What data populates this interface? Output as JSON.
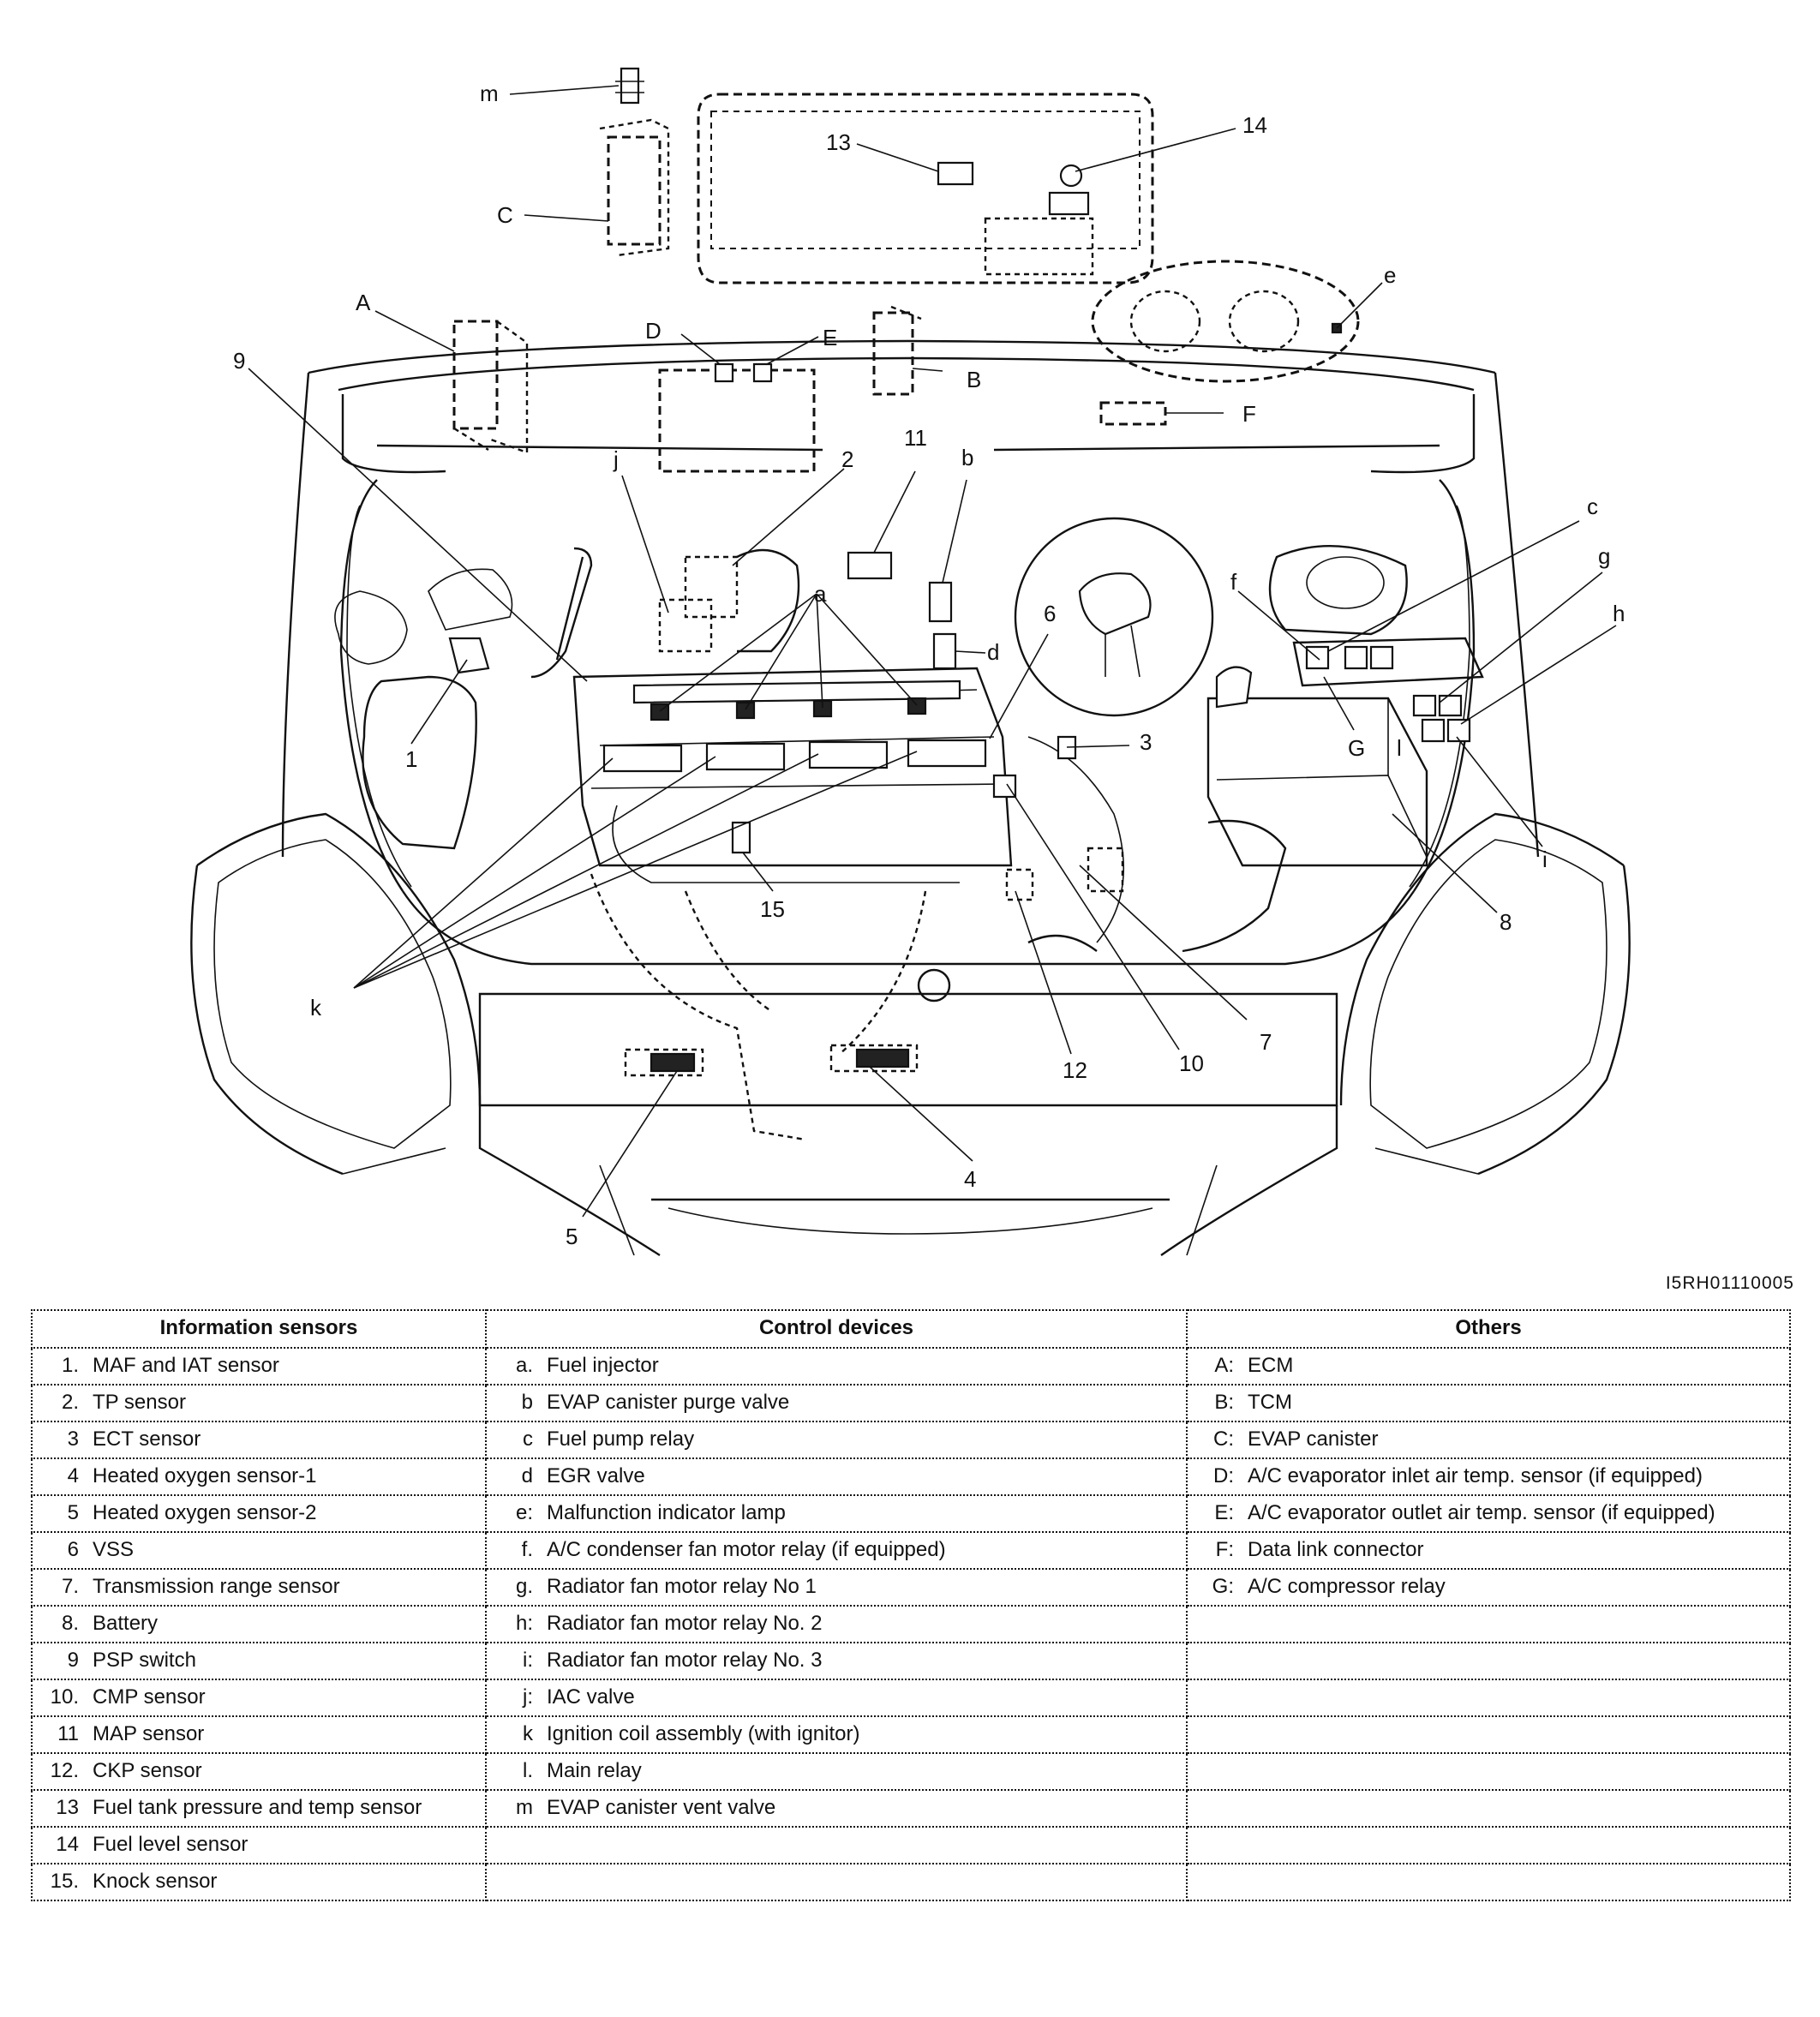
{
  "figure_code": "I5RH01110005",
  "callouts": {
    "m": "m",
    "C": "C",
    "13": "13",
    "14": "14",
    "A": "A",
    "D": "D",
    "E": "E",
    "B": "B",
    "e": "e",
    "F": "F",
    "9": "9",
    "j": "j",
    "2": "2",
    "11": "11",
    "b": "b",
    "c": "c",
    "g": "g",
    "f": "f",
    "h": "h",
    "a": "a",
    "6": "6",
    "d": "d",
    "3": "3",
    "G": "G",
    "l": "l",
    "1": "1",
    "i": "i",
    "8": "8",
    "15": "15",
    "k": "k",
    "7": "7",
    "10": "10",
    "12": "12",
    "4": "4",
    "5": "5"
  },
  "legend": {
    "headers": [
      "Information sensors",
      "Control devices",
      "Others"
    ],
    "info_sensors": [
      {
        "key": "1.",
        "label": "MAF and IAT sensor"
      },
      {
        "key": "2.",
        "label": "TP sensor"
      },
      {
        "key": "3",
        "label": "ECT sensor"
      },
      {
        "key": "4",
        "label": "Heated oxygen sensor-1"
      },
      {
        "key": "5",
        "label": "Heated oxygen sensor-2"
      },
      {
        "key": "6",
        "label": "VSS"
      },
      {
        "key": "7.",
        "label": "Transmission range sensor"
      },
      {
        "key": "8.",
        "label": "Battery"
      },
      {
        "key": "9",
        "label": "PSP switch"
      },
      {
        "key": "10.",
        "label": "CMP sensor"
      },
      {
        "key": "11",
        "label": "MAP sensor"
      },
      {
        "key": "12.",
        "label": "CKP sensor"
      },
      {
        "key": "13",
        "label": "Fuel tank pressure and temp sensor"
      },
      {
        "key": "14",
        "label": "Fuel level sensor"
      },
      {
        "key": "15.",
        "label": "Knock sensor"
      }
    ],
    "control_devices": [
      {
        "key": "a.",
        "label": "Fuel injector"
      },
      {
        "key": "b",
        "label": "EVAP canister purge valve"
      },
      {
        "key": "c",
        "label": "Fuel pump relay"
      },
      {
        "key": "d",
        "label": "EGR valve"
      },
      {
        "key": "e:",
        "label": "Malfunction indicator lamp"
      },
      {
        "key": "f.",
        "label": "A/C condenser fan motor relay (if equipped)"
      },
      {
        "key": "g.",
        "label": "Radiator fan motor relay No 1"
      },
      {
        "key": "h:",
        "label": "Radiator fan motor relay No. 2"
      },
      {
        "key": "i:",
        "label": "Radiator fan motor relay No. 3"
      },
      {
        "key": "j:",
        "label": "IAC valve"
      },
      {
        "key": "k",
        "label": "Ignition coil assembly (with ignitor)"
      },
      {
        "key": "l.",
        "label": "Main relay"
      },
      {
        "key": "m",
        "label": "EVAP canister vent valve"
      },
      {
        "key": "",
        "label": ""
      },
      {
        "key": "",
        "label": ""
      }
    ],
    "others": [
      {
        "key": "A:",
        "label": "ECM"
      },
      {
        "key": "B:",
        "label": "TCM"
      },
      {
        "key": "C:",
        "label": "EVAP canister"
      },
      {
        "key": "D:",
        "label": "A/C evaporator inlet air temp. sensor (if equipped)"
      },
      {
        "key": "E:",
        "label": "A/C evaporator outlet air temp. sensor (if equipped)"
      },
      {
        "key": "F:",
        "label": "Data link connector"
      },
      {
        "key": "G:",
        "label": "A/C compressor relay"
      },
      {
        "key": "",
        "label": ""
      },
      {
        "key": "",
        "label": ""
      },
      {
        "key": "",
        "label": ""
      },
      {
        "key": "",
        "label": ""
      },
      {
        "key": "",
        "label": ""
      },
      {
        "key": "",
        "label": ""
      },
      {
        "key": "",
        "label": ""
      },
      {
        "key": "",
        "label": ""
      }
    ]
  }
}
